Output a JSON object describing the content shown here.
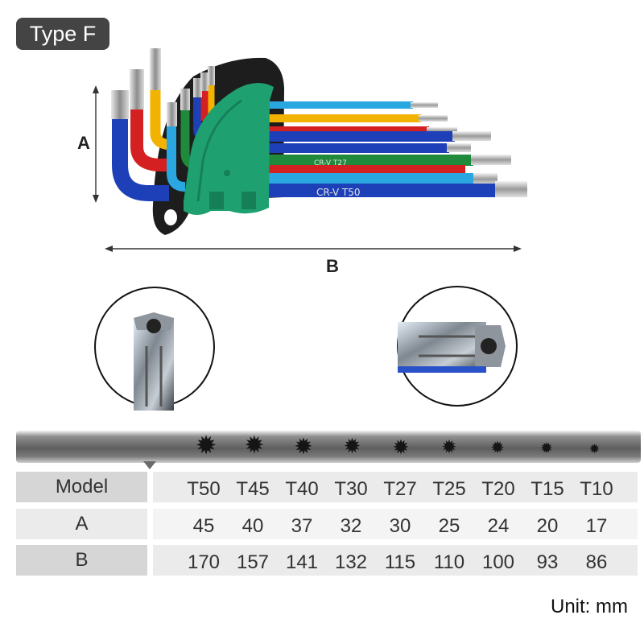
{
  "badge": "Type F",
  "dimension_labels": {
    "a": "A",
    "b": "B"
  },
  "key_colors": [
    "#1d3fb8",
    "#d42020",
    "#f2b300",
    "#1f8a3c",
    "#2aa7e0"
  ],
  "icons": {
    "hex_end": "torx-hex-end-closeup",
    "long_end": "torx-long-end-closeup",
    "tip": "torx-star-icon"
  },
  "table": {
    "row_labels": {
      "model": "Model",
      "a": "A",
      "b": "B"
    },
    "models": [
      "T50",
      "T45",
      "T40",
      "T30",
      "T27",
      "T25",
      "T20",
      "T15",
      "T10"
    ],
    "a_values": [
      "45",
      "40",
      "37",
      "32",
      "30",
      "25",
      "24",
      "20",
      "17"
    ],
    "b_values": [
      "170",
      "157",
      "141",
      "132",
      "115",
      "110",
      "100",
      "93",
      "86"
    ]
  },
  "unit": "Unit: mm"
}
